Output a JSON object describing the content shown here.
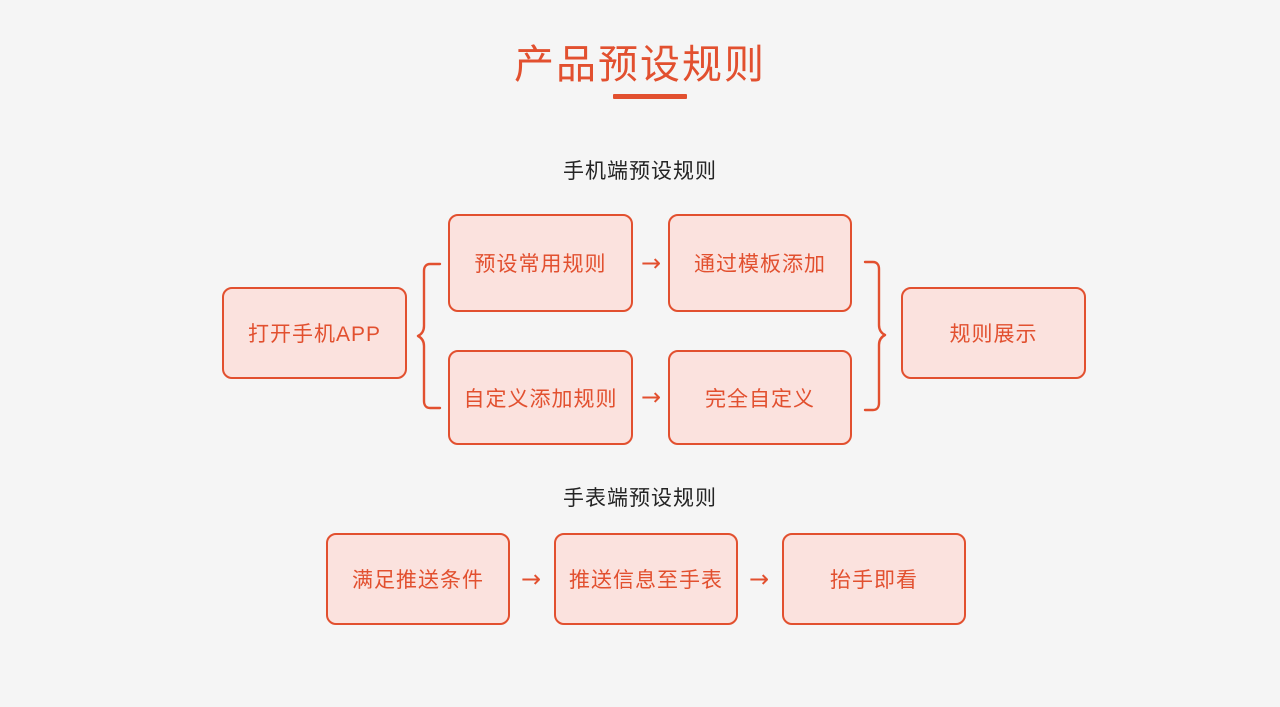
{
  "page": {
    "background_color": "#f5f5f5",
    "accent_color": "#e2502f",
    "box_fill_color": "#fbe2de",
    "heading_color": "#242424",
    "title": "产品预设规则"
  },
  "sections": {
    "phone": {
      "heading": "手机端预设规则",
      "entry_box": "打开手机APP",
      "branch_top": {
        "step1": "预设常用规则",
        "arrow": "→",
        "step2": "通过模板添加"
      },
      "branch_bottom": {
        "step1": "自定义添加规则",
        "arrow": "→",
        "step2": "完全自定义"
      },
      "result_box": "规则展示",
      "left_brace": "{",
      "right_brace": "}"
    },
    "watch": {
      "heading": "手表端预设规则",
      "steps": [
        "满足推送条件",
        "推送信息至手表",
        "抬手即看"
      ],
      "arrows": [
        "→",
        "→"
      ]
    }
  }
}
